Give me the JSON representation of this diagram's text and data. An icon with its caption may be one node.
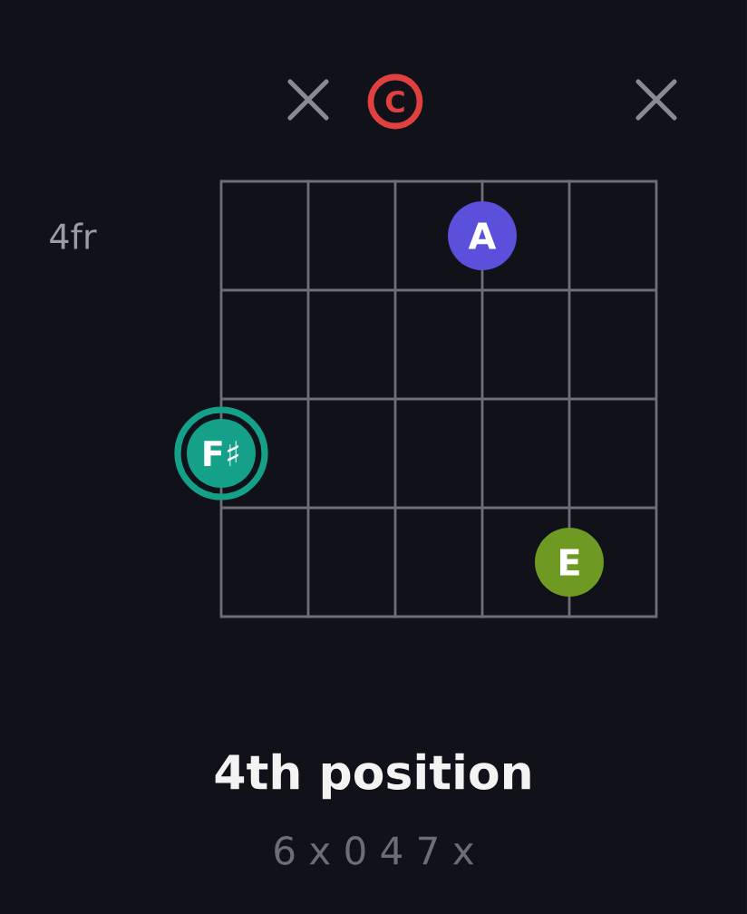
{
  "diagram": {
    "caption": "4th position",
    "nodes": [
      {
        "text": [
          "C"
        ]
      },
      {
        "text": [
          "A"
        ]
      },
      {
        "text": [
          "F♯"
        ]
      },
      {
        "text": [
          "E"
        ]
      }
    ],
    "labels": [
      "4fr",
      "6 x 0 4 7 x"
    ]
  }
}
